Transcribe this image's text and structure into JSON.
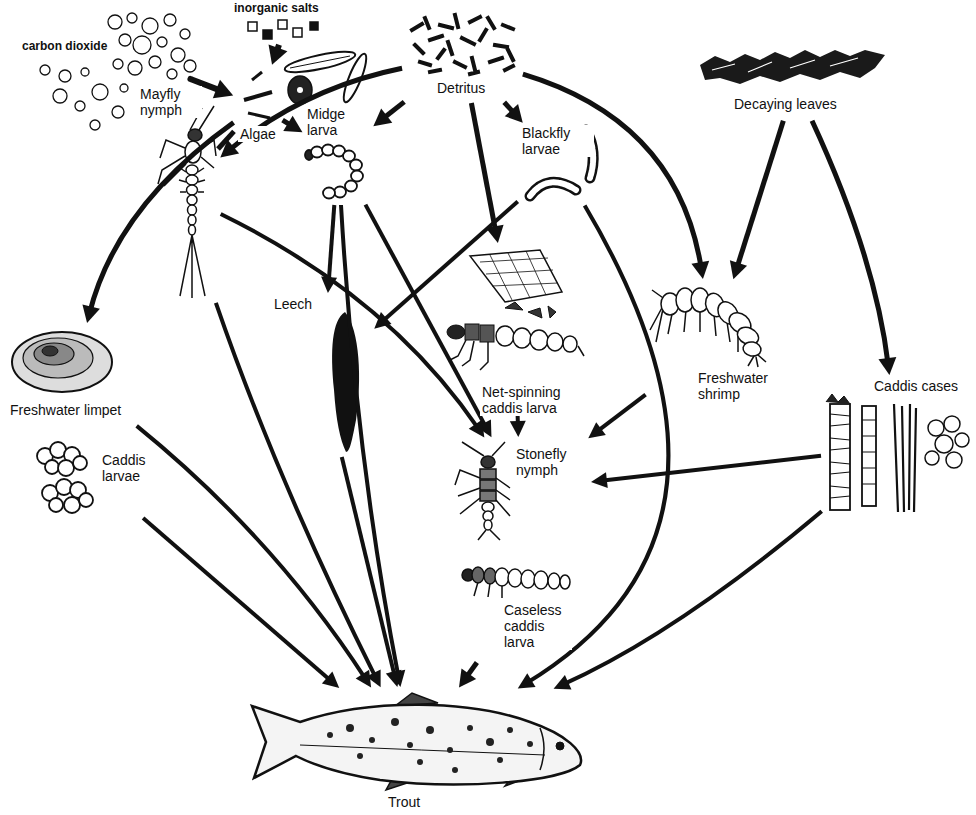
{
  "diagram": {
    "nodes": [
      {
        "text": [
          "inorganic salts"
        ]
      },
      {
        "text": [
          "carbon dioxide"
        ]
      },
      {
        "text": [
          "Algae"
        ]
      },
      {
        "text": [
          "Detritus"
        ]
      },
      {
        "text": [
          "Decaying leaves"
        ]
      },
      {
        "text": [
          "Mayfly nymph"
        ]
      },
      {
        "text": [
          "Midge larva"
        ]
      },
      {
        "text": [
          "Blackfly larvae"
        ]
      },
      {
        "text": [
          "Freshwater shrimp"
        ]
      },
      {
        "text": [
          "Net-spinning caddis larva"
        ]
      },
      {
        "text": [
          "Leech"
        ]
      },
      {
        "text": [
          "Freshwater limpet"
        ]
      },
      {
        "text": [
          "Caddis cases"
        ]
      },
      {
        "text": [
          "Caddis larvae"
        ]
      },
      {
        "text": [
          "Stonefly nymph"
        ]
      },
      {
        "text": [
          "Caseless caddis larva"
        ]
      },
      {
        "text": [
          "Trout"
        ]
      }
    ],
    "edges": [
      {
        "from": 1,
        "to": 2,
        "arrow": "to"
      },
      {
        "from": 0,
        "to": 2,
        "arrow": "to"
      },
      {
        "from": 2,
        "to": 5,
        "arrow": "to"
      },
      {
        "from": 2,
        "to": 6,
        "arrow": "to"
      },
      {
        "from": 2,
        "to": 11,
        "arrow": "to"
      },
      {
        "from": 3,
        "to": 5,
        "arrow": "to"
      },
      {
        "from": 3,
        "to": 6,
        "arrow": "to"
      },
      {
        "from": 3,
        "to": 7,
        "arrow": "to"
      },
      {
        "from": 3,
        "to": 9,
        "arrow": "to"
      },
      {
        "from": 3,
        "to": 8,
        "arrow": "to"
      },
      {
        "from": 4,
        "to": 8,
        "arrow": "to"
      },
      {
        "from": 4,
        "to": 12,
        "arrow": "to"
      },
      {
        "from": 6,
        "to": 10,
        "arrow": "to"
      },
      {
        "from": 6,
        "to": 14,
        "arrow": "to"
      },
      {
        "from": 7,
        "to": 10,
        "arrow": "to"
      },
      {
        "from": 9,
        "to": 14,
        "arrow": "to"
      },
      {
        "from": 5,
        "to": 14,
        "arrow": "to"
      },
      {
        "from": 8,
        "to": 14,
        "arrow": "to"
      },
      {
        "from": 12,
        "to": 14,
        "arrow": "to"
      },
      {
        "from": 5,
        "to": 16,
        "arrow": "to"
      },
      {
        "from": 6,
        "to": 16,
        "arrow": "to"
      },
      {
        "from": 10,
        "to": 16,
        "arrow": "to"
      },
      {
        "from": 7,
        "to": 16,
        "arrow": "to"
      },
      {
        "from": 15,
        "to": 16,
        "arrow": "to"
      },
      {
        "from": 12,
        "to": 16,
        "arrow": "to"
      },
      {
        "from": 11,
        "to": 16,
        "arrow": "to"
      },
      {
        "from": 13,
        "to": 16,
        "arrow": "to"
      }
    ]
  }
}
